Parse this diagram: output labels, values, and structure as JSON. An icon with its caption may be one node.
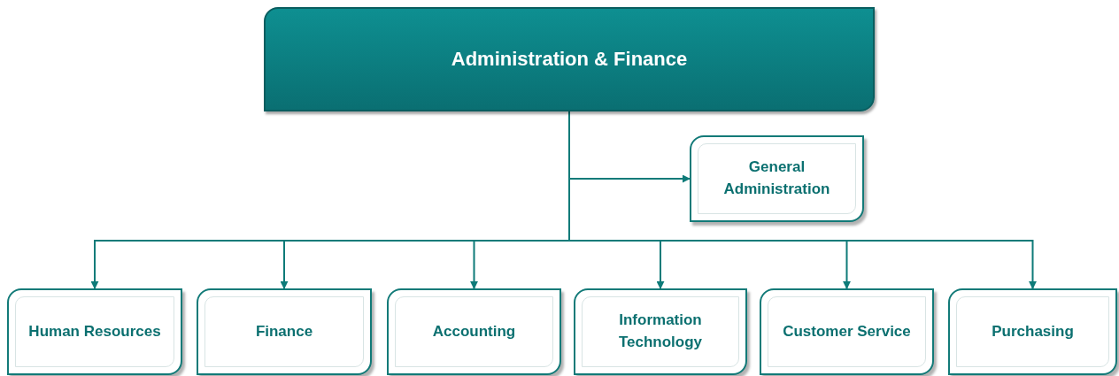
{
  "diagram": {
    "nodes": [
      {
        "text": [
          "Administration & Finance"
        ]
      },
      {
        "text": [
          "General Administration"
        ]
      },
      {
        "text": [
          "Human Resources"
        ]
      },
      {
        "text": [
          "Finance"
        ]
      },
      {
        "text": [
          "Accounting"
        ]
      },
      {
        "text": [
          "Information Technology"
        ]
      },
      {
        "text": [
          "Customer Service"
        ]
      },
      {
        "text": [
          "Purchasing"
        ]
      }
    ],
    "edges": [
      {
        "from": 0,
        "to": 1,
        "arrow": "to"
      },
      {
        "from": 0,
        "to": 2,
        "arrow": "to"
      },
      {
        "from": 0,
        "to": 3,
        "arrow": "to"
      },
      {
        "from": 0,
        "to": 4,
        "arrow": "to"
      },
      {
        "from": 0,
        "to": 5,
        "arrow": "to"
      },
      {
        "from": 0,
        "to": 6,
        "arrow": "to"
      },
      {
        "from": 0,
        "to": 7,
        "arrow": "to"
      }
    ]
  }
}
